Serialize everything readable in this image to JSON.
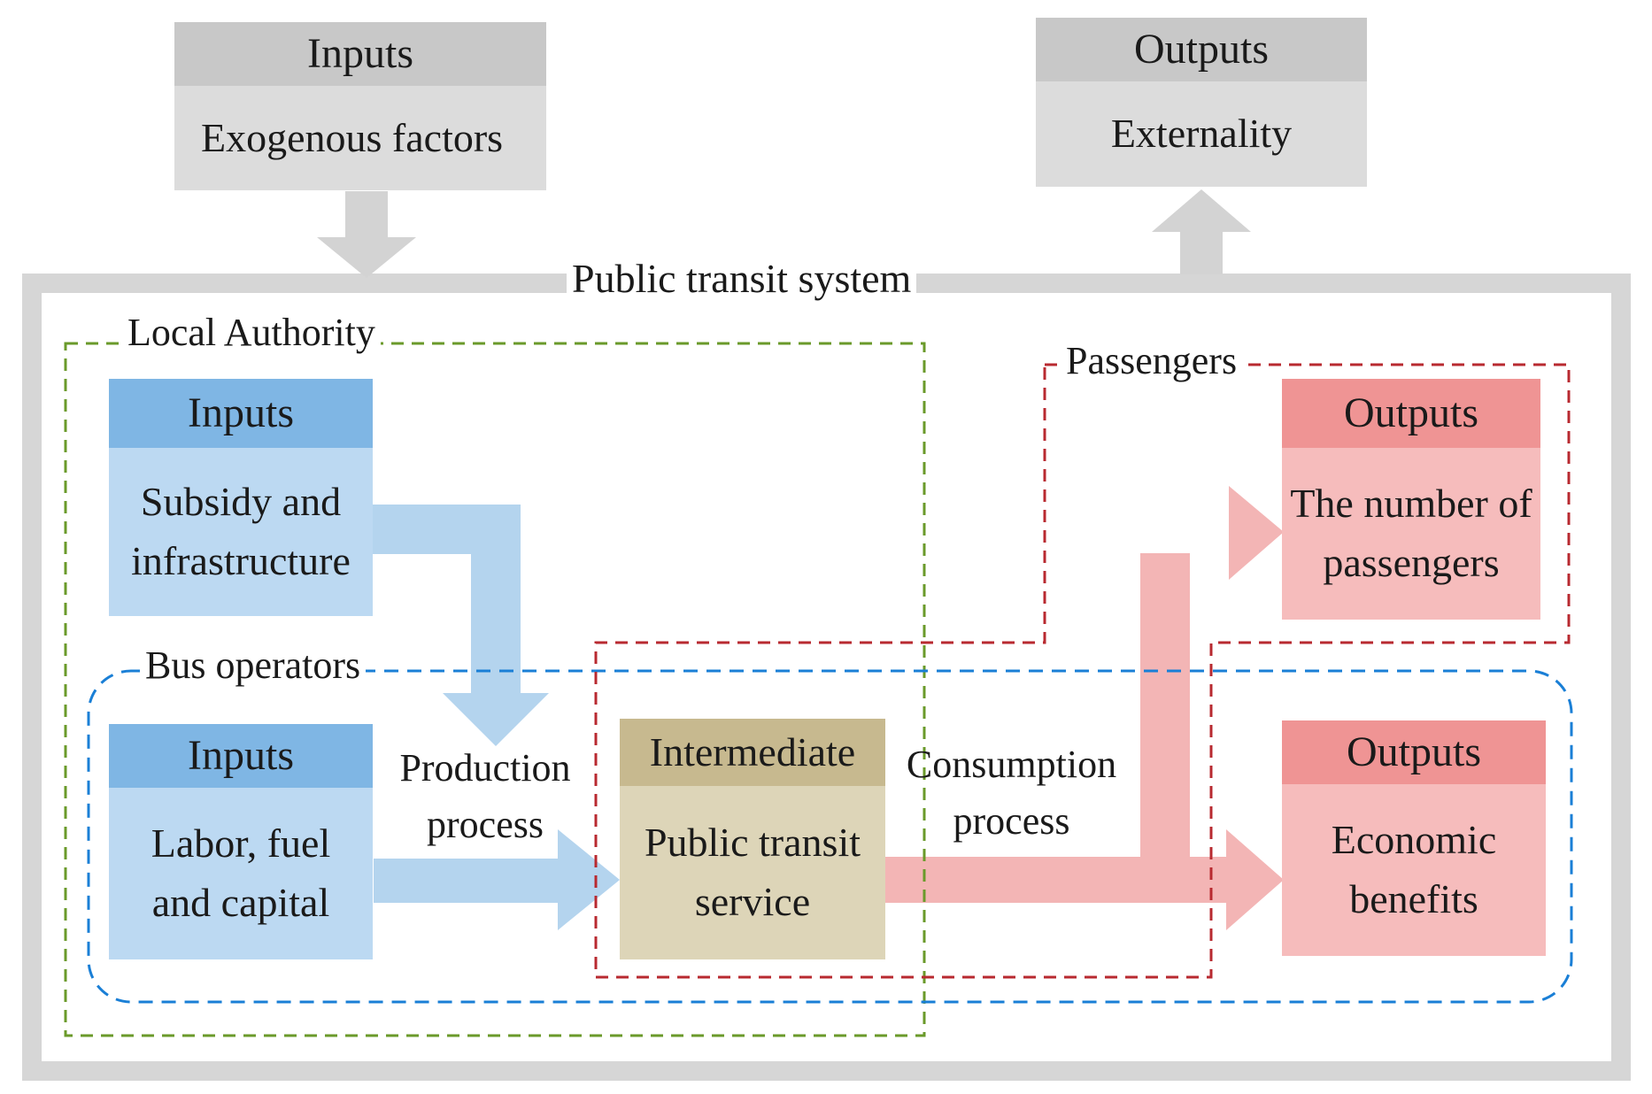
{
  "system": {
    "title": "Public transit system",
    "external_inputs": {
      "header": "Inputs",
      "body": "Exogenous factors"
    },
    "external_outputs": {
      "header": "Outputs",
      "body": "Externality"
    }
  },
  "groups": {
    "local_authority": "Local Authority",
    "bus_operators": "Bus operators",
    "passengers": "Passengers"
  },
  "local_authority_inputs": {
    "header": "Inputs",
    "body": "Subsidy and infrastructure"
  },
  "bus_operator_inputs": {
    "header": "Inputs",
    "body": "Labor, fuel and capital"
  },
  "intermediate": {
    "header": "Intermediate",
    "body": "Public transit service"
  },
  "passenger_outputs": {
    "header": "Outputs",
    "body": "The number of passengers"
  },
  "economic_outputs": {
    "header": "Outputs",
    "body": "Economic benefits"
  },
  "processes": {
    "production": "Production process",
    "consumption": "Consumption process"
  },
  "colors": {
    "gray_header": "#c8c8c8",
    "gray_body": "#dcdcdc",
    "system_frame": "#d6d6d6",
    "blue_header": "#7fb6e4",
    "blue_body": "#bcd9f2",
    "blue_arrow": "#b4d4ee",
    "tan_header": "#c7b98f",
    "tan_body": "#ddd5b8",
    "red_header": "#ef9494",
    "red_body": "#f6bcbc",
    "red_arrow": "#f3b5b5",
    "local_authority_border": "#6a9a2a",
    "bus_operators_border": "#1a7fd6",
    "passengers_border": "#b82a30"
  }
}
